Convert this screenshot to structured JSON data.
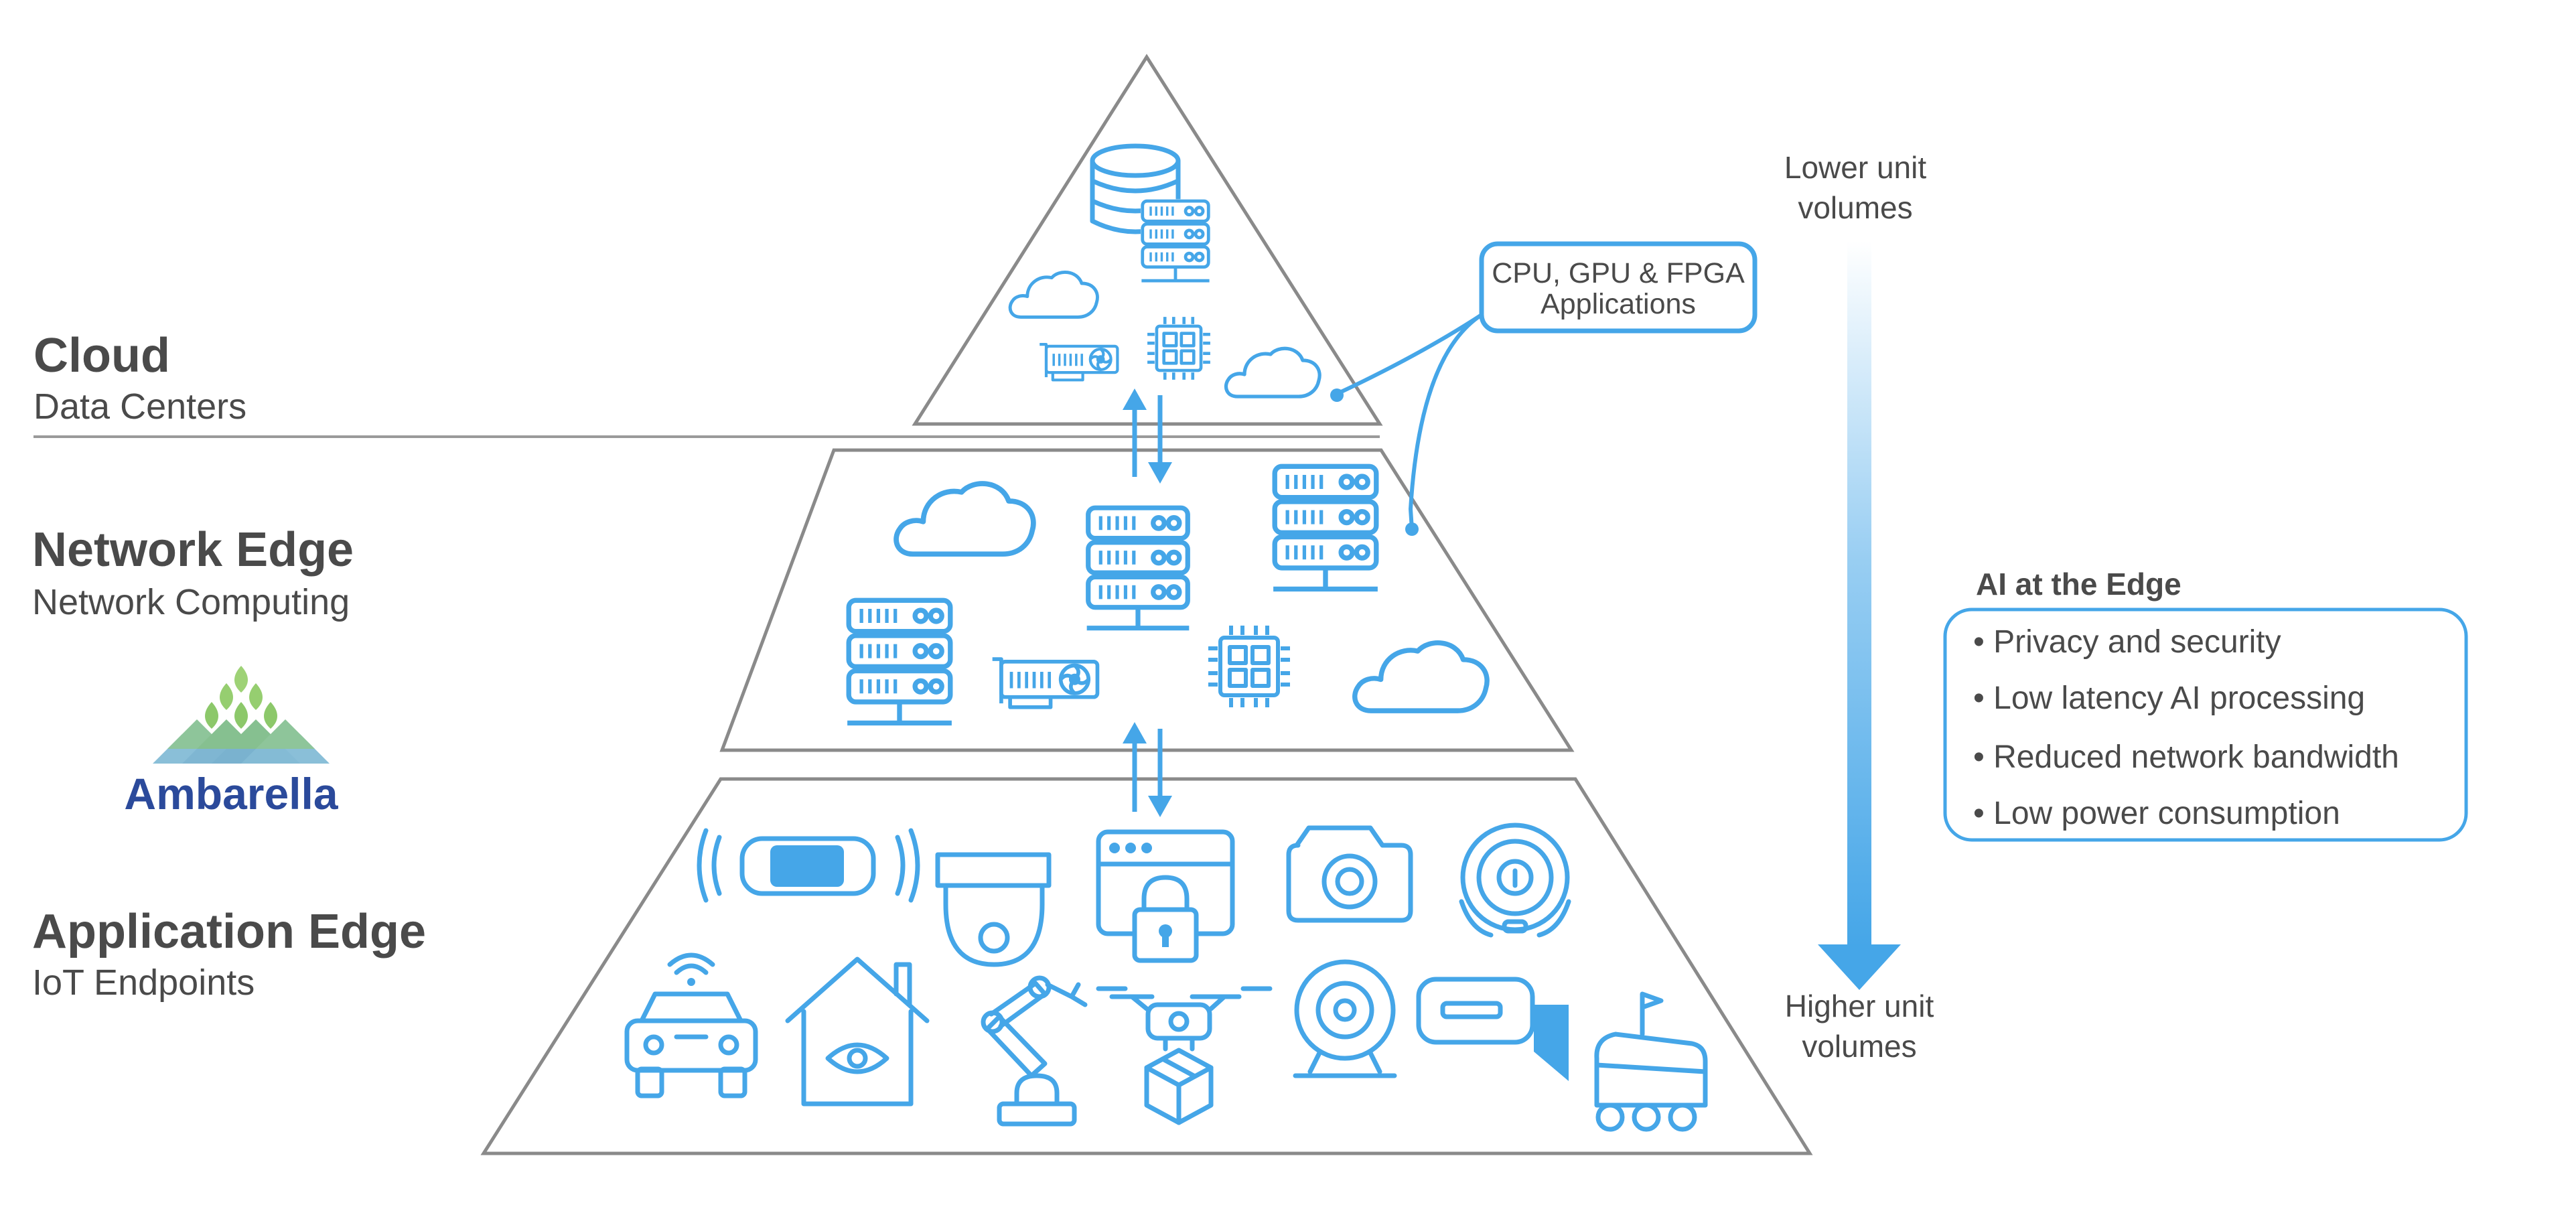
{
  "tiers": [
    {
      "title": "Cloud",
      "subtitle": "Data Centers"
    },
    {
      "title": "Network Edge",
      "subtitle": "Network Computing"
    },
    {
      "title": "Application Edge",
      "subtitle": "IoT Endpoints"
    }
  ],
  "logo": {
    "text": "Ambarella"
  },
  "callout": {
    "line1": "CPU, GPU & FPGA",
    "line2": "Applications"
  },
  "volume_arrow": {
    "top_line1": "Lower unit",
    "top_line2": "volumes",
    "bottom_line1": "Higher unit",
    "bottom_line2": "volumes"
  },
  "ai_edge": {
    "title": "AI at the Edge",
    "bullets": [
      "• Privacy and security",
      "• Low latency AI processing",
      "• Reduced network bandwidth",
      "• Low power consumption"
    ]
  },
  "colors": {
    "accent": "#45a6e8",
    "text": "#4a4a4a",
    "pyramid_outline": "#8a8a8a",
    "logo_blue": "#2b4a9b"
  },
  "icons": {
    "cloud_tier": [
      "database-icon",
      "server-rack-icon",
      "cloud-icon",
      "gpu-card-icon",
      "chip-icon",
      "cloud-icon"
    ],
    "network_tier": [
      "cloud-icon",
      "server-rack-icon",
      "server-rack-icon",
      "server-rack-icon",
      "gpu-card-icon",
      "chip-icon",
      "cloud-icon"
    ],
    "application_tier": [
      "autonomous-car-icon",
      "dome-camera-icon",
      "secure-browser-icon",
      "camera-icon",
      "robot-vacuum-icon",
      "connected-car-icon",
      "smart-home-icon",
      "robotic-arm-icon",
      "delivery-drone-icon",
      "webcam-icon",
      "projector-camera-icon",
      "delivery-robot-icon"
    ]
  }
}
